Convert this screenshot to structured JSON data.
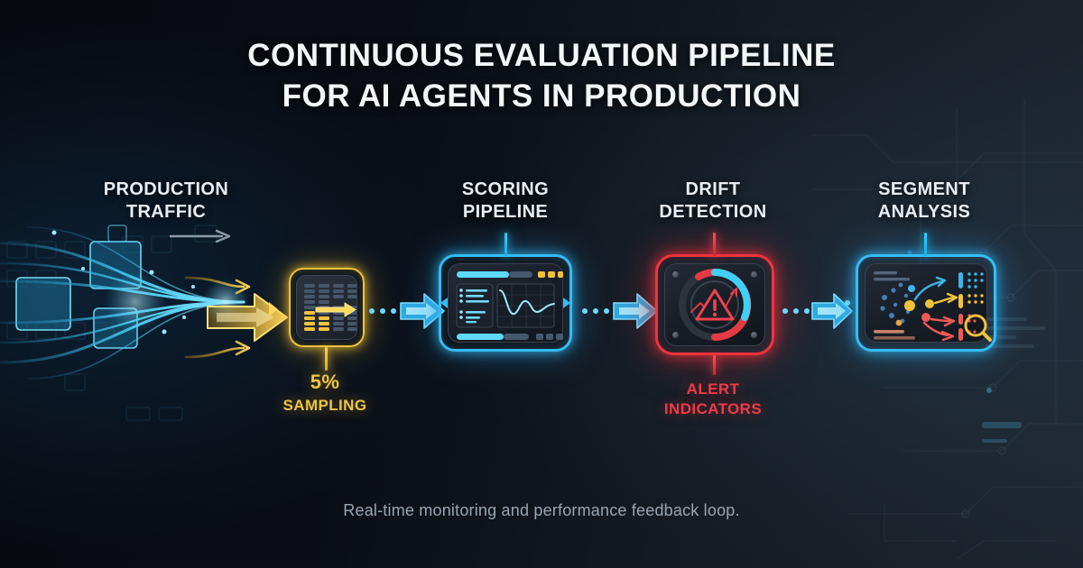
{
  "title": {
    "line1": "CONTINUOUS EVALUATION PIPELINE",
    "line2": "FOR AI AGENTS IN PRODUCTION"
  },
  "footer": {
    "text": "Real-time monitoring and performance feedback loop."
  },
  "stages": [
    {
      "id": "production-traffic",
      "label_line1": "PRODUCTION",
      "label_line2": "TRAFFIC",
      "accent": "#9fb3c4",
      "icon": "data-stream-icon"
    },
    {
      "id": "sampling",
      "label_line1": "",
      "label_line2": "",
      "accent": "#f0c23a",
      "icon": "sampling-bars-icon"
    },
    {
      "id": "scoring-pipeline",
      "label_line1": "SCORING",
      "label_line2": "PIPELINE",
      "accent": "#33bdf5",
      "icon": "dashboard-chart-icon"
    },
    {
      "id": "drift-detection",
      "label_line1": "DRIFT",
      "label_line2": "DETECTION",
      "accent": "#f0333f",
      "icon": "gauge-warning-icon"
    },
    {
      "id": "segment-analysis",
      "label_line1": "SEGMENT",
      "label_line2": "ANALYSIS",
      "accent": "#33bdf5",
      "icon": "cluster-segments-icon"
    }
  ],
  "captions": {
    "sampling_value": "5%",
    "sampling_label": "SAMPLING",
    "alert_line1": "ALERT",
    "alert_line2": "INDICATORS"
  },
  "colors": {
    "background_dark": "#07090e",
    "background_light": "#1d262f",
    "cyan": "#33bdf5",
    "gold": "#f0c23a",
    "red": "#f0333f",
    "title_text": "#f4f7fa",
    "footer_text": "#9aa6b2"
  }
}
